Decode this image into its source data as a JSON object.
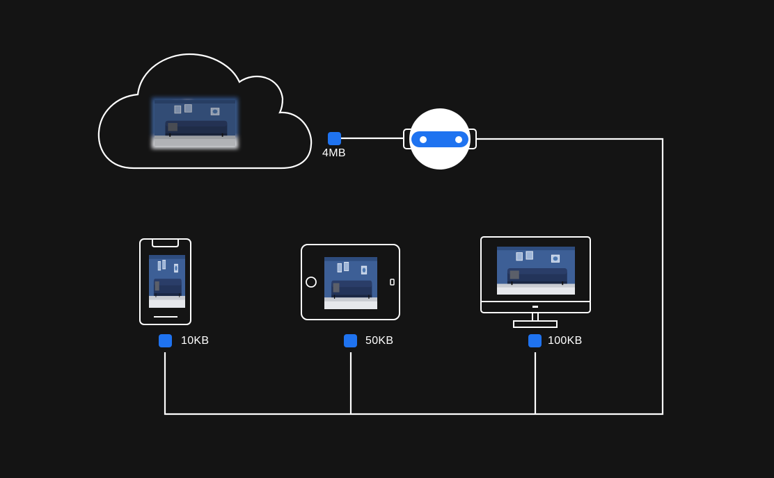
{
  "colors": {
    "background": "#141414",
    "line": "#ffffff",
    "accent": "#1f73f0",
    "wall_blue": "#3d5f96",
    "sofa_navy": "#23345a"
  },
  "source": {
    "icon": "cloud-icon",
    "size_label": "4MB"
  },
  "optimizer": {
    "icon": "optimizer-pill-icon"
  },
  "devices": [
    {
      "id": "phone",
      "icon": "smartphone-icon",
      "size_label": "10KB"
    },
    {
      "id": "tablet",
      "icon": "tablet-icon",
      "size_label": "50KB"
    },
    {
      "id": "desktop",
      "icon": "monitor-icon",
      "size_label": "100KB"
    }
  ]
}
